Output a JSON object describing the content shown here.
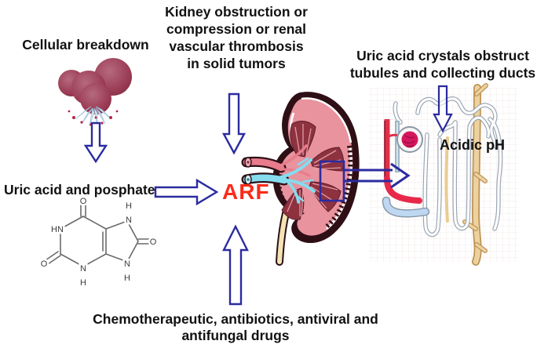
{
  "labels": {
    "cellular_breakdown": "Cellular breakdown",
    "kidney_obstruction": "Kidney obstruction or compression or renal vascular thrombosis in solid tumors",
    "uric_acid_crystals": "Uric acid crystals obstruct tubules and collecting ducts",
    "uric_acid_phosphate": "Uric acid and posphate",
    "arf": "ARF",
    "acidic_ph": "Acidic pH",
    "drugs": "Chemotherapeutic, antibiotics, antiviral and antifungal drugs"
  },
  "molecule": {
    "atoms": {
      "o_top": "O",
      "hn_left": "HN",
      "o_left": "O",
      "n_bottom": "N",
      "h_bottom": "H",
      "n_topright": "N",
      "h_topright": "H",
      "o_right": "O",
      "n_bottomright": "N",
      "h_bottomright": "H"
    }
  },
  "icons": {
    "cell_lysis": "cell-lysis-illustration",
    "kidney": "kidney-cross-section-illustration",
    "nephron": "nephron-illustration",
    "arrows": "hollow-blue-arrow"
  },
  "colors": {
    "arrow_outline": "#2b2ba0",
    "text": "#111111",
    "arf_red": "#fb2b1a",
    "cell_maroon": "#a04058",
    "kidney_pink": "#e8939e",
    "kidney_dark": "#2e0f16",
    "vessel_cyan": "#85dcef",
    "glomerulus_magenta": "#d6175e",
    "collecting_duct_tan": "#edd2a0"
  }
}
